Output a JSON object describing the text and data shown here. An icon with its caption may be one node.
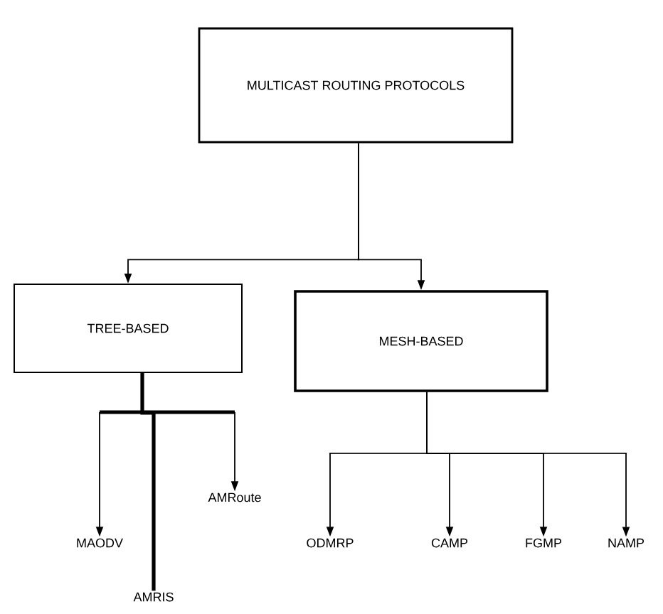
{
  "diagram": {
    "nodes": [
      {
        "text": [
          "MULTICAST ROUTING PROTOCOLS"
        ]
      },
      {
        "text": [
          "TREE-BASED"
        ]
      },
      {
        "text": [
          "MESH-BASED"
        ]
      },
      {
        "text": [
          "MAODV"
        ]
      },
      {
        "text": [
          "AMRIS"
        ]
      },
      {
        "text": [
          "AMRoute"
        ]
      },
      {
        "text": [
          "ODMRP"
        ]
      },
      {
        "text": [
          "CAMP"
        ]
      },
      {
        "text": [
          "FGMP"
        ]
      },
      {
        "text": [
          "NAMP"
        ]
      }
    ],
    "edges": [
      {
        "from": 0,
        "to": 1,
        "arrow": "to"
      },
      {
        "from": 0,
        "to": 2,
        "arrow": "to"
      },
      {
        "from": 1,
        "to": 3,
        "arrow": "to"
      },
      {
        "from": 1,
        "to": 4,
        "arrow": "none",
        "style": "thick"
      },
      {
        "from": 1,
        "to": 5,
        "arrow": "to"
      },
      {
        "from": 2,
        "to": 6,
        "arrow": "to"
      },
      {
        "from": 2,
        "to": 7,
        "arrow": "to"
      },
      {
        "from": 2,
        "to": 8,
        "arrow": "to"
      },
      {
        "from": 2,
        "to": 9,
        "arrow": "to"
      }
    ]
  }
}
